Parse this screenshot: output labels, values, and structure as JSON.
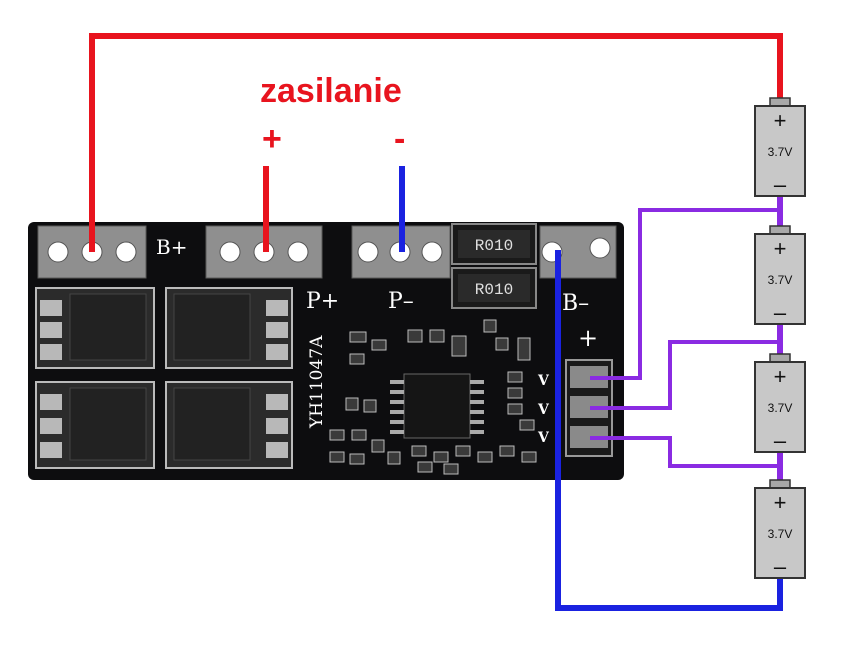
{
  "title": "zasilanie",
  "supply_plus": "+",
  "supply_minus": "-",
  "board": {
    "label_bplus": "B+",
    "label_pplus": "P+",
    "label_pminus": "P–",
    "label_bminus": "B–",
    "label_plus": "+",
    "model": "YH11047A",
    "resistor1": "R010",
    "resistor2": "R010",
    "v_label": "V"
  },
  "cells": [
    {
      "plus": "+",
      "voltage": "3.7V",
      "minus": "–"
    },
    {
      "plus": "+",
      "voltage": "3.7V",
      "minus": "–"
    },
    {
      "plus": "+",
      "voltage": "3.7V",
      "minus": "–"
    },
    {
      "plus": "+",
      "voltage": "3.7V",
      "minus": "–"
    }
  ],
  "colors": {
    "positive_wire": "#e8141e",
    "negative_wire": "#1a22e0",
    "balance_wire": "#8a2be2",
    "board": "#0d0d0f",
    "cell_body": "#c8c8c8"
  }
}
